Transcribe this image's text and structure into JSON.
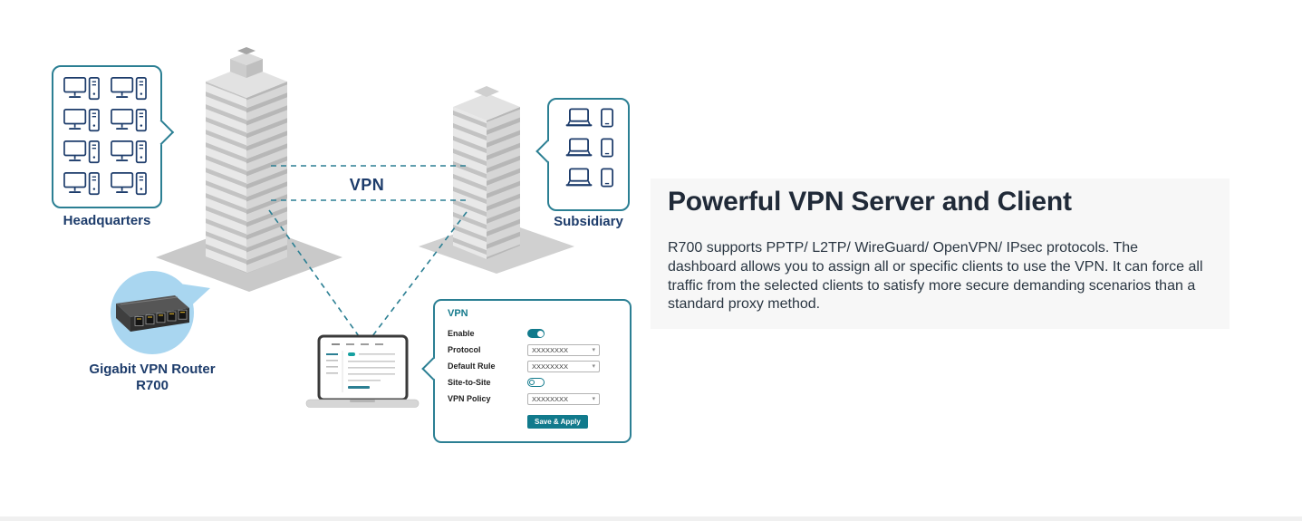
{
  "diagram": {
    "headquarters": {
      "label": "Headquarters",
      "device_icon": "desktop-computer",
      "device_count": 8
    },
    "subsidiary": {
      "label": "Subsidiary",
      "device_icons": [
        "laptop",
        "tablet"
      ],
      "row_count": 3
    },
    "vpn_link": {
      "label": "VPN"
    },
    "router": {
      "name_line1": "Gigabit VPN Router",
      "name_line2": "R700"
    },
    "vpn_panel": {
      "title": "VPN",
      "fields": [
        {
          "label": "Enable",
          "control": "toggle",
          "state": "on"
        },
        {
          "label": "Protocol",
          "control": "select",
          "value": "XXXXXXXX"
        },
        {
          "label": "Default Rule",
          "control": "select",
          "value": "XXXXXXXX"
        },
        {
          "label": "Site-to-Site",
          "control": "toggle",
          "state": "off"
        },
        {
          "label": "VPN Policy",
          "control": "select",
          "value": "XXXXXXXX"
        }
      ],
      "submit_label": "Save & Apply"
    }
  },
  "content": {
    "heading": "Powerful VPN Server and Client",
    "body": "R700 supports PPTP/ L2TP/ WireGuard/ OpenVPN/ IPsec protocols. The dashboard allows you to assign all or specific clients to use the VPN. It can force all traffic from the selected clients to satisfy more secure demanding scenarios than a standard proxy method."
  },
  "colors": {
    "accent_teal": "#117a8c",
    "outline_teal": "#2b7f93",
    "navy_text": "#1d3c6b",
    "heading_text": "#202a38"
  }
}
